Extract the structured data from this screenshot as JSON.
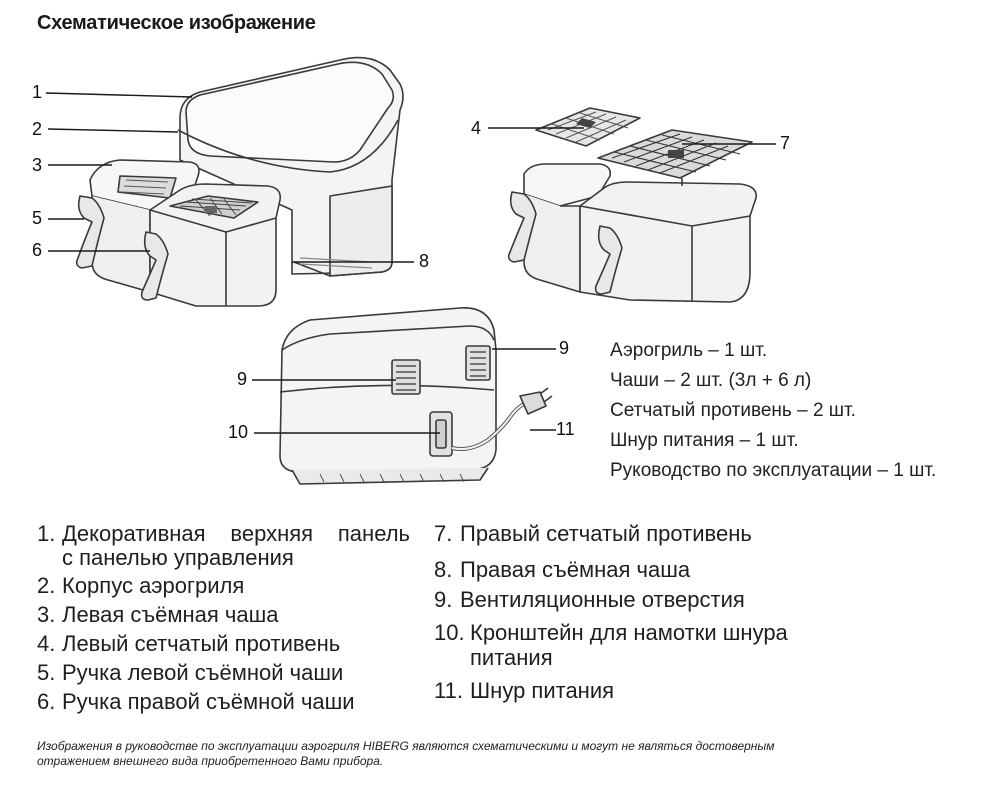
{
  "title": "Схематическое изображение",
  "callouts": [
    "1",
    "2",
    "3",
    "4",
    "5",
    "6",
    "7",
    "8",
    "9",
    "9",
    "10",
    "11"
  ],
  "kit": [
    "Аэрогриль – 1 шт.",
    "Чаши – 2 шт. (3л + 6 л)",
    "Сетчатый противень – 2 шт.",
    "Шнур питания – 1 шт.",
    "Руководство по эксплуатации – 1 шт."
  ],
  "legend_left": [
    {
      "num": "1.",
      "text": "Декоративная верхняя панель",
      "cont": "с панелью управления"
    },
    {
      "num": "2.",
      "text": "Корпус аэрогриля"
    },
    {
      "num": "3.",
      "text": "Левая съёмная чаша"
    },
    {
      "num": "4.",
      "text": "Левый сетчатый противень"
    },
    {
      "num": "5.",
      "text": "Ручка левой съёмной чаши"
    },
    {
      "num": "6.",
      "text": "Ручка правой съёмной чаши"
    }
  ],
  "legend_right": [
    {
      "num": "7.",
      "text": "Правый сетчатый противень"
    },
    {
      "num": "8.",
      "text": "Правая съёмная чаша"
    },
    {
      "num": "9.",
      "text": "Вентиляционные отверстия"
    },
    {
      "num": "10.",
      "text": "Кронштейн для намотки шнура",
      "cont": "питания"
    },
    {
      "num": "11.",
      "text": "Шнур питания"
    }
  ],
  "note": "Изображения в руководстве по эксплуатации аэрогриля HIBERG являются схематическими и могут не являться достоверным отражением внешнего вида приобретенного Вами прибора."
}
